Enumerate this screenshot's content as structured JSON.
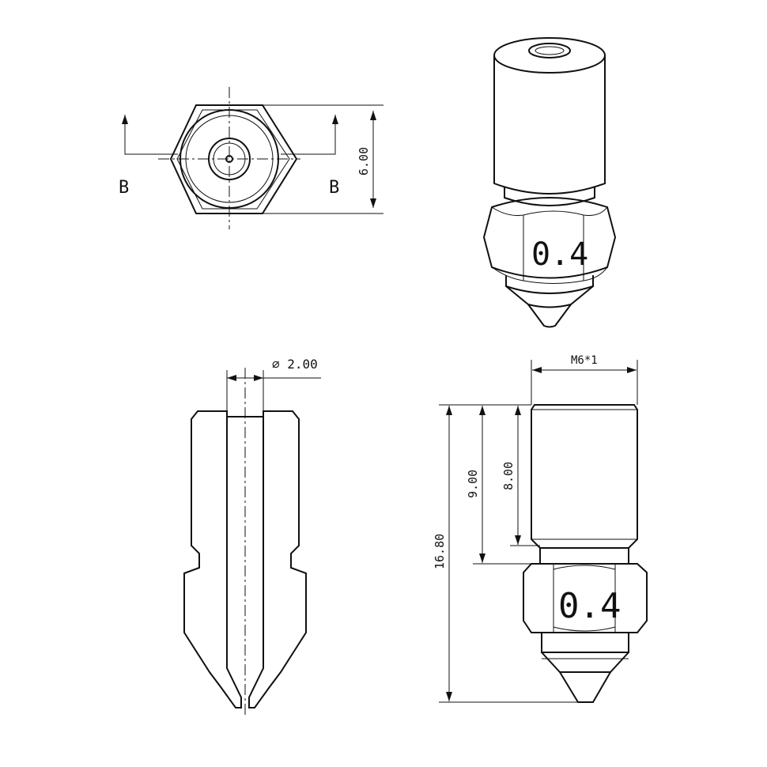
{
  "views": {
    "top_view": {
      "section_label_left": "B",
      "section_label_right": "B",
      "dim_hex": "6.00"
    },
    "iso_view": {
      "marking": "0.4"
    },
    "section_view": {
      "dim_bore": "⌀ 2.00"
    },
    "side_view": {
      "marking": "0.4",
      "dim_thread": "M6*1",
      "dim_total": "16.80",
      "dim_9": "9.00",
      "dim_8": "8.00"
    }
  },
  "colors": {
    "line": "#111111",
    "background": "#ffffff"
  }
}
